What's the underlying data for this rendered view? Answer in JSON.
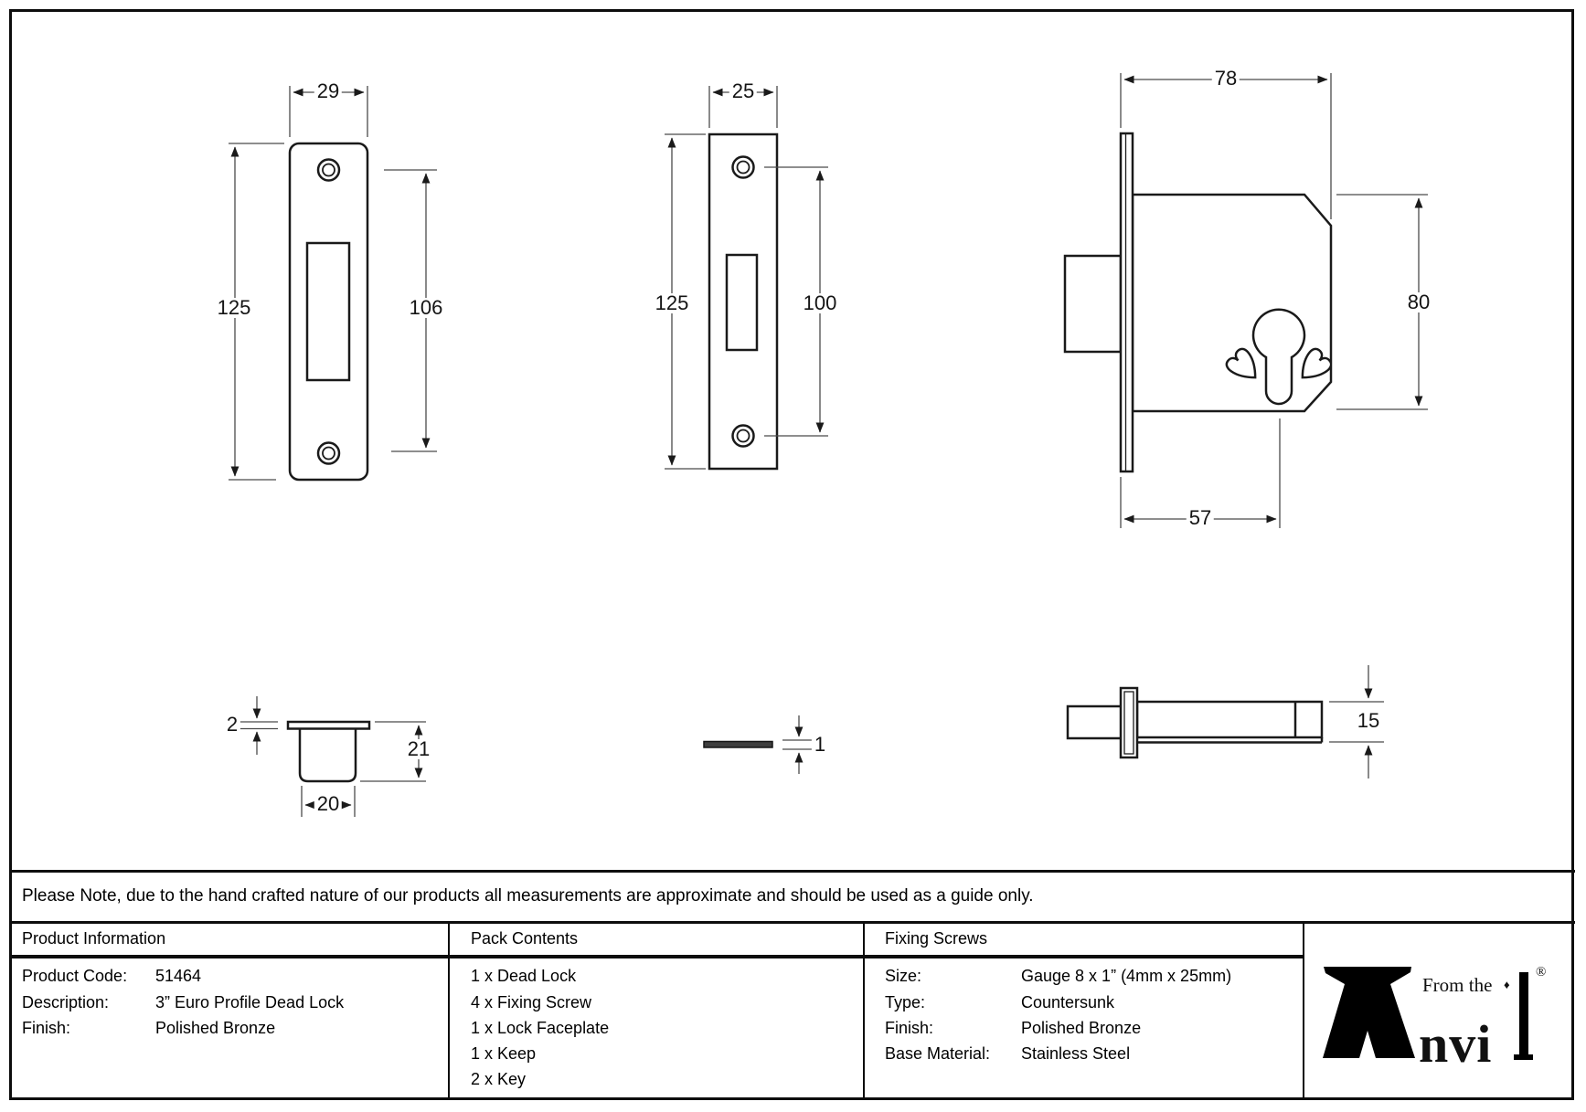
{
  "dims": {
    "fp_width": "29",
    "fp_height": "125",
    "fp_holes": "106",
    "kp_width": "25",
    "kp_height": "125",
    "kp_holes": "100",
    "body_width": "78",
    "body_height": "80",
    "body_depth": "57",
    "keep_lip": "2",
    "keep_depth": "21",
    "keep_width": "20",
    "plate_thickness": "1",
    "case_height": "15"
  },
  "note": "Please Note, due to the hand crafted nature of our products all measurements are approximate and should be used as a guide only.",
  "table": {
    "product_information": {
      "header": "Product Information",
      "rows": [
        {
          "label": "Product Code:",
          "value": "51464"
        },
        {
          "label": "Description:",
          "value": "3” Euro Profile Dead Lock"
        },
        {
          "label": "Finish:",
          "value": "Polished Bronze"
        }
      ]
    },
    "pack_contents": {
      "header": "Pack Contents",
      "items": [
        "1 x Dead Lock",
        "4 x Fixing Screw",
        "1 x Lock Faceplate",
        "1 x Keep",
        "2 x Key"
      ]
    },
    "fixing_screws": {
      "header": "Fixing Screws",
      "rows": [
        {
          "label": "Size:",
          "value": "Gauge 8 x 1” (4mm x 25mm)"
        },
        {
          "label": "Type:",
          "value": "Countersunk"
        },
        {
          "label": "Finish:",
          "value": "Polished Bronze"
        },
        {
          "label": "Base Material:",
          "value": "Stainless Steel"
        }
      ]
    }
  },
  "logo": {
    "prefix": "From the",
    "diamond": "♦",
    "brand_start": "nvi",
    "registered": "®"
  },
  "colors": {
    "object_line": "#1a1a1a",
    "dim_line": "#4a4a4a",
    "plate_fill": "#3f3f3f",
    "background": "#ffffff"
  }
}
